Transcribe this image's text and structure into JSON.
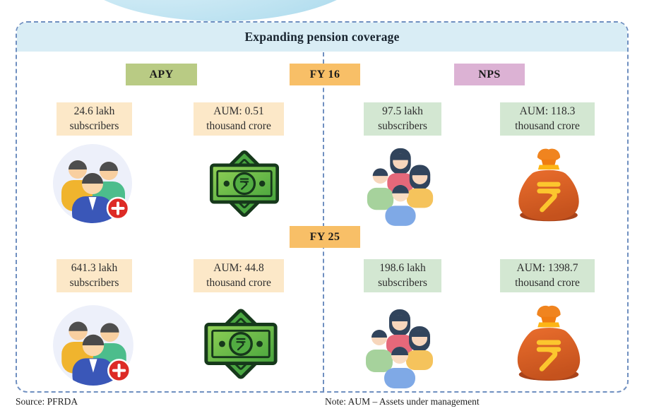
{
  "header": {
    "title": "Expanding pension coverage"
  },
  "scheme_labels": {
    "apy": "APY",
    "nps": "NPS"
  },
  "year_labels": {
    "fy16": "FY 16",
    "fy25": "FY 25"
  },
  "chart_data": {
    "type": "table",
    "title": "Expanding pension coverage",
    "categories": [
      "FY 16",
      "FY 25"
    ],
    "series": [
      {
        "name": "APY subscribers (lakh)",
        "values": [
          24.6,
          641.3
        ]
      },
      {
        "name": "APY AUM (thousand crore)",
        "values": [
          0.51,
          44.8
        ]
      },
      {
        "name": "NPS subscribers (lakh)",
        "values": [
          97.5,
          198.6
        ]
      },
      {
        "name": "NPS AUM (thousand crore)",
        "values": [
          118.3,
          1398.7
        ]
      }
    ]
  },
  "fy16": {
    "apy_subscribers_line1": "24.6 lakh",
    "apy_subscribers_line2": "subscribers",
    "apy_aum_line1": "AUM: 0.51",
    "apy_aum_line2": "thousand crore",
    "nps_subscribers_line1": "97.5 lakh",
    "nps_subscribers_line2": "subscribers",
    "nps_aum_line1": "AUM: 118.3",
    "nps_aum_line2": "thousand crore"
  },
  "fy25": {
    "apy_subscribers_line1": "641.3 lakh",
    "apy_subscribers_line2": "subscribers",
    "apy_aum_line1": "AUM: 44.8",
    "apy_aum_line2": "thousand crore",
    "nps_subscribers_line1": "198.6 lakh",
    "nps_subscribers_line2": "subscribers",
    "nps_aum_line1": "AUM: 1398.7",
    "nps_aum_line2": "thousand crore"
  },
  "icons": {
    "rupee_symbol": "₹",
    "apy_subscribers_icon": "people-group-add-icon",
    "apy_aum_icon": "rupee-banknote-icon",
    "nps_subscribers_icon": "people-group-icon",
    "nps_aum_icon": "rupee-money-bag-icon"
  },
  "colors": {
    "apy_label_bg": "#b9cb84",
    "year_label_bg": "#f8bf67",
    "nps_label_bg": "#dcb2d4",
    "apy_stat_bg": "#fce8c8",
    "nps_stat_bg": "#d3e7d2",
    "header_band_bg": "#d9edf5",
    "dashed_border": "#6f8fc0"
  },
  "footer": {
    "source": "Source: PFRDA",
    "note": "Note: AUM – Assets under management"
  }
}
